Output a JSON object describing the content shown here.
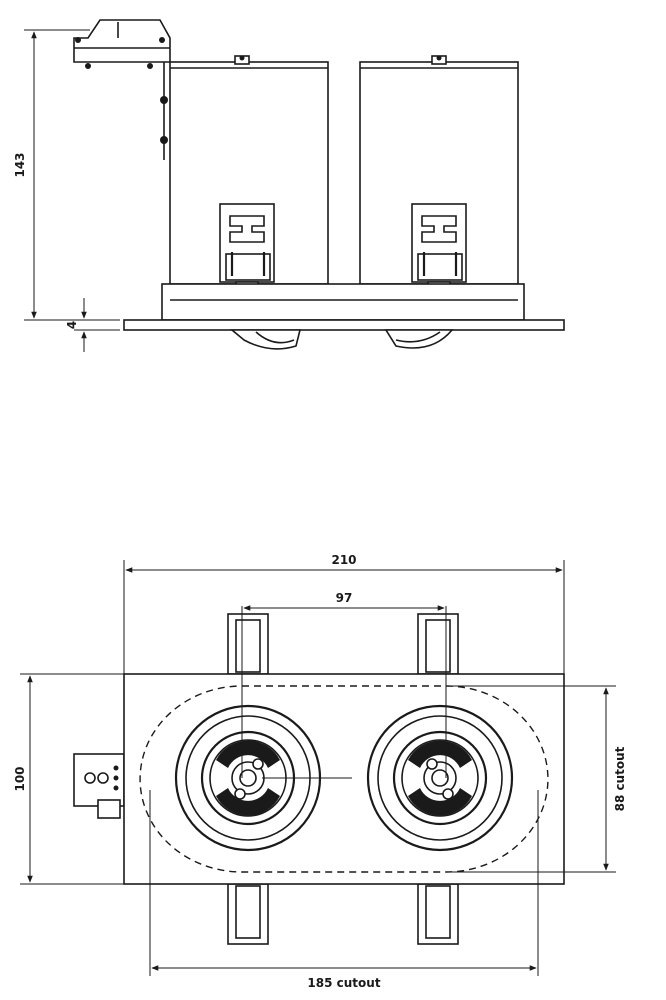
{
  "side_view": {
    "height_dim": "143",
    "flange_dim": "4"
  },
  "top_view": {
    "width_dim": "210",
    "spacing_dim": "97",
    "height_dim": "100",
    "cutout_height_dim": "88 cutout",
    "cutout_width_dim": "185 cutout"
  },
  "colors": {
    "line": "#1a1a1a",
    "background": "#ffffff"
  }
}
